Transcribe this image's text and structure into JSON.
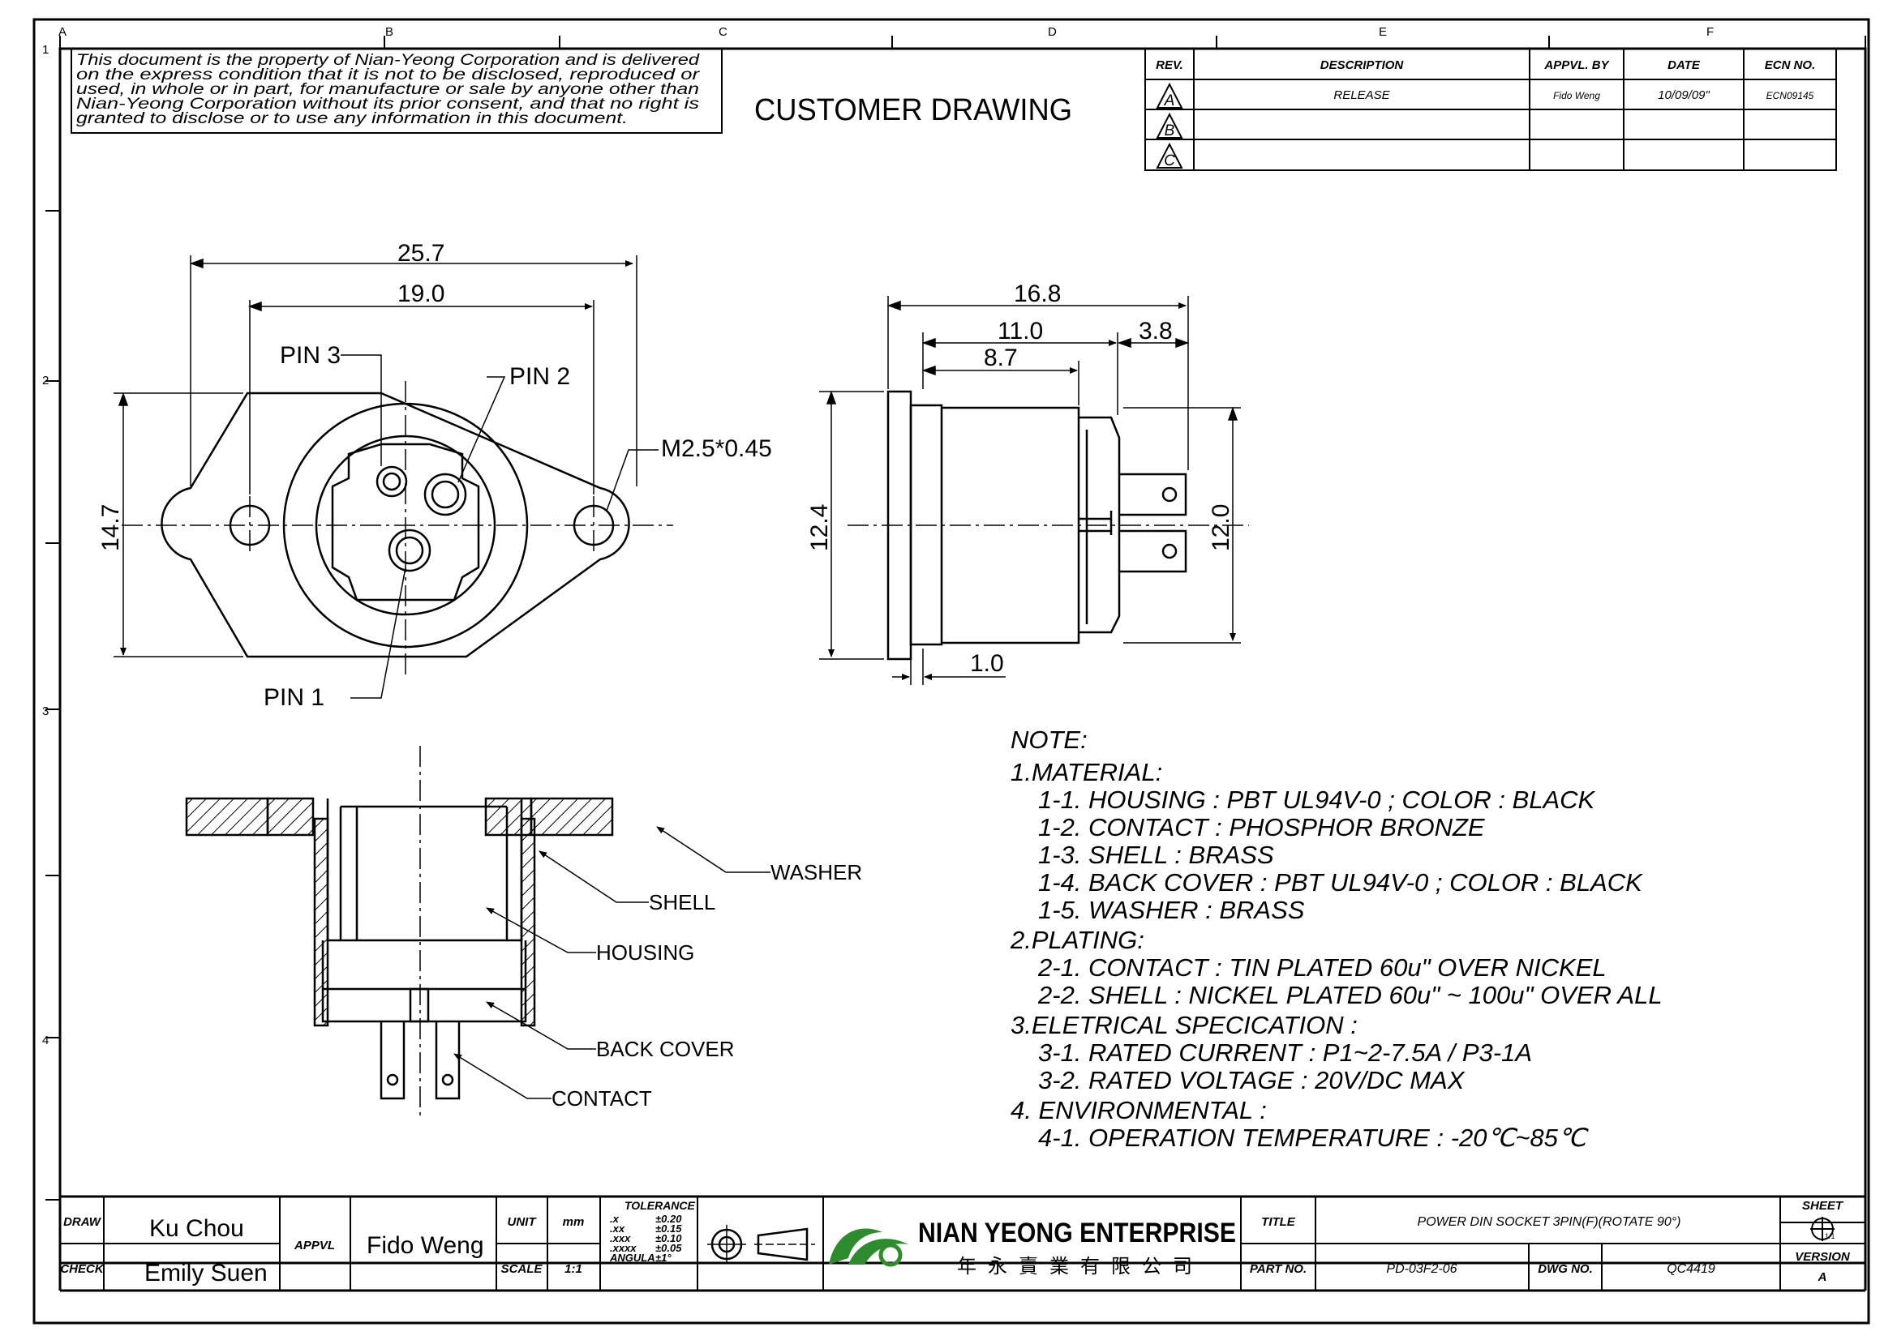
{
  "zone_labels": {
    "columns": [
      "A",
      "B",
      "C",
      "D",
      "E",
      "F"
    ],
    "rows": [
      "1",
      "2",
      "3",
      "4"
    ]
  },
  "proprietary_notice": [
    "This document is the property of Nian-Yeong Corporation and is delivered",
    "on the express condition that it is not to be disclosed, reproduced or",
    "used, in whole or in part, for manufacture or sale by anyone other than",
    "Nian-Yeong Corporation without its prior consent, and that no right is",
    "granted to disclose or to use any information in this document."
  ],
  "drawing_type": "CUSTOMER DRAWING",
  "revision_table": {
    "headers": [
      "REV.",
      "DESCRIPTION",
      "APPVL. BY",
      "DATE",
      "ECN NO."
    ],
    "rows": [
      {
        "rev": "A",
        "description": "RELEASE",
        "appvl_by": "Fido Weng",
        "date": "10/09/09\"",
        "ecn": "ECN09145"
      },
      {
        "rev": "B",
        "description": "",
        "appvl_by": "",
        "date": "",
        "ecn": ""
      },
      {
        "rev": "C",
        "description": "",
        "appvl_by": "",
        "date": "",
        "ecn": ""
      }
    ]
  },
  "front_view": {
    "dim_overall_width": "25.7",
    "dim_hole_pitch": "19.0",
    "dim_height": "14.7",
    "thread_callout": "M2.5*0.45",
    "pin1": "PIN 1",
    "pin2": "PIN 2",
    "pin3": "PIN 3"
  },
  "side_view": {
    "dim_overall_length": "16.8",
    "dim_body_length": "11.0",
    "dim_tail": "3.8",
    "dim_inner": "8.7",
    "dim_flange_dia": "12.4",
    "dim_body_dia": "12.0",
    "dim_flange_thick": "1.0"
  },
  "section_view": {
    "washer": "WASHER",
    "shell": "SHELL",
    "housing": "HOUSING",
    "back_cover": "BACK COVER",
    "contact": "CONTACT"
  },
  "notes": {
    "heading": "NOTE:",
    "lines": [
      {
        "text": "1.MATERIAL:",
        "indent": 0
      },
      {
        "text": "1-1. HOUSING : PBT UL94V-0 ; COLOR : BLACK",
        "indent": 1
      },
      {
        "text": "1-2. CONTACT : PHOSPHOR BRONZE",
        "indent": 1
      },
      {
        "text": "1-3. SHELL : BRASS",
        "indent": 1
      },
      {
        "text": "1-4. BACK COVER : PBT UL94V-0 ; COLOR : BLACK",
        "indent": 1
      },
      {
        "text": "1-5. WASHER : BRASS",
        "indent": 1
      },
      {
        "text": "2.PLATING:",
        "indent": 0
      },
      {
        "text": "2-1. CONTACT : TIN PLATED 60u\" OVER NICKEL",
        "indent": 1
      },
      {
        "text": "2-2. SHELL : NICKEL PLATED 60u\" ~ 100u\" OVER ALL",
        "indent": 1
      },
      {
        "text": "3.ELETRICAL SPECICATION :",
        "indent": 0
      },
      {
        "text": "3-1. RATED CURRENT : P1~2-7.5A / P3-1A",
        "indent": 1
      },
      {
        "text": "3-2. RATED VOLTAGE : 20V/DC MAX",
        "indent": 1
      },
      {
        "text": "4. ENVIRONMENTAL :",
        "indent": 0
      },
      {
        "text": "4-1. OPERATION TEMPERATURE : -20℃~85℃",
        "indent": 1
      }
    ]
  },
  "title_block": {
    "draw_label": "DRAW",
    "draw_value": "Ku Chou",
    "check_label": "CHECK",
    "check_value": "Emily Suen",
    "appvl_label": "APPVL",
    "appvl_value": "Fido Weng",
    "unit_label": "UNIT",
    "unit_value": "mm",
    "scale_label": "SCALE",
    "scale_value": "1:1",
    "tolerance_title": "TOLERANCE",
    "tolerances": [
      {
        "k": ".x",
        "v": "±0.20"
      },
      {
        "k": ".xx",
        "v": "±0.15"
      },
      {
        "k": ".xxx",
        "v": "±0.10"
      },
      {
        "k": ".xxxx",
        "v": "±0.05"
      },
      {
        "k": "ANGULA",
        "v": "±1°"
      }
    ],
    "company_name": "NIAN YEONG ENTERPRISE",
    "company_name_cn": "年 永 賣 業 有 限 公 司",
    "title_label": "TITLE",
    "title_value": "POWER DIN SOCKET 3PIN(F)(ROTATE 90°)",
    "partno_label": "PART NO.",
    "partno_value": "PD-03F2-06",
    "dwgno_label": "DWG NO.",
    "dwgno_value": "QC4419",
    "sheet_label": "SHEET",
    "sheet_value": "1/1",
    "version_label": "VERSION",
    "version_value": "A"
  },
  "colors": {
    "ink": "#000000",
    "paper": "#ffffff",
    "logo_green": "#2e8b2e"
  }
}
